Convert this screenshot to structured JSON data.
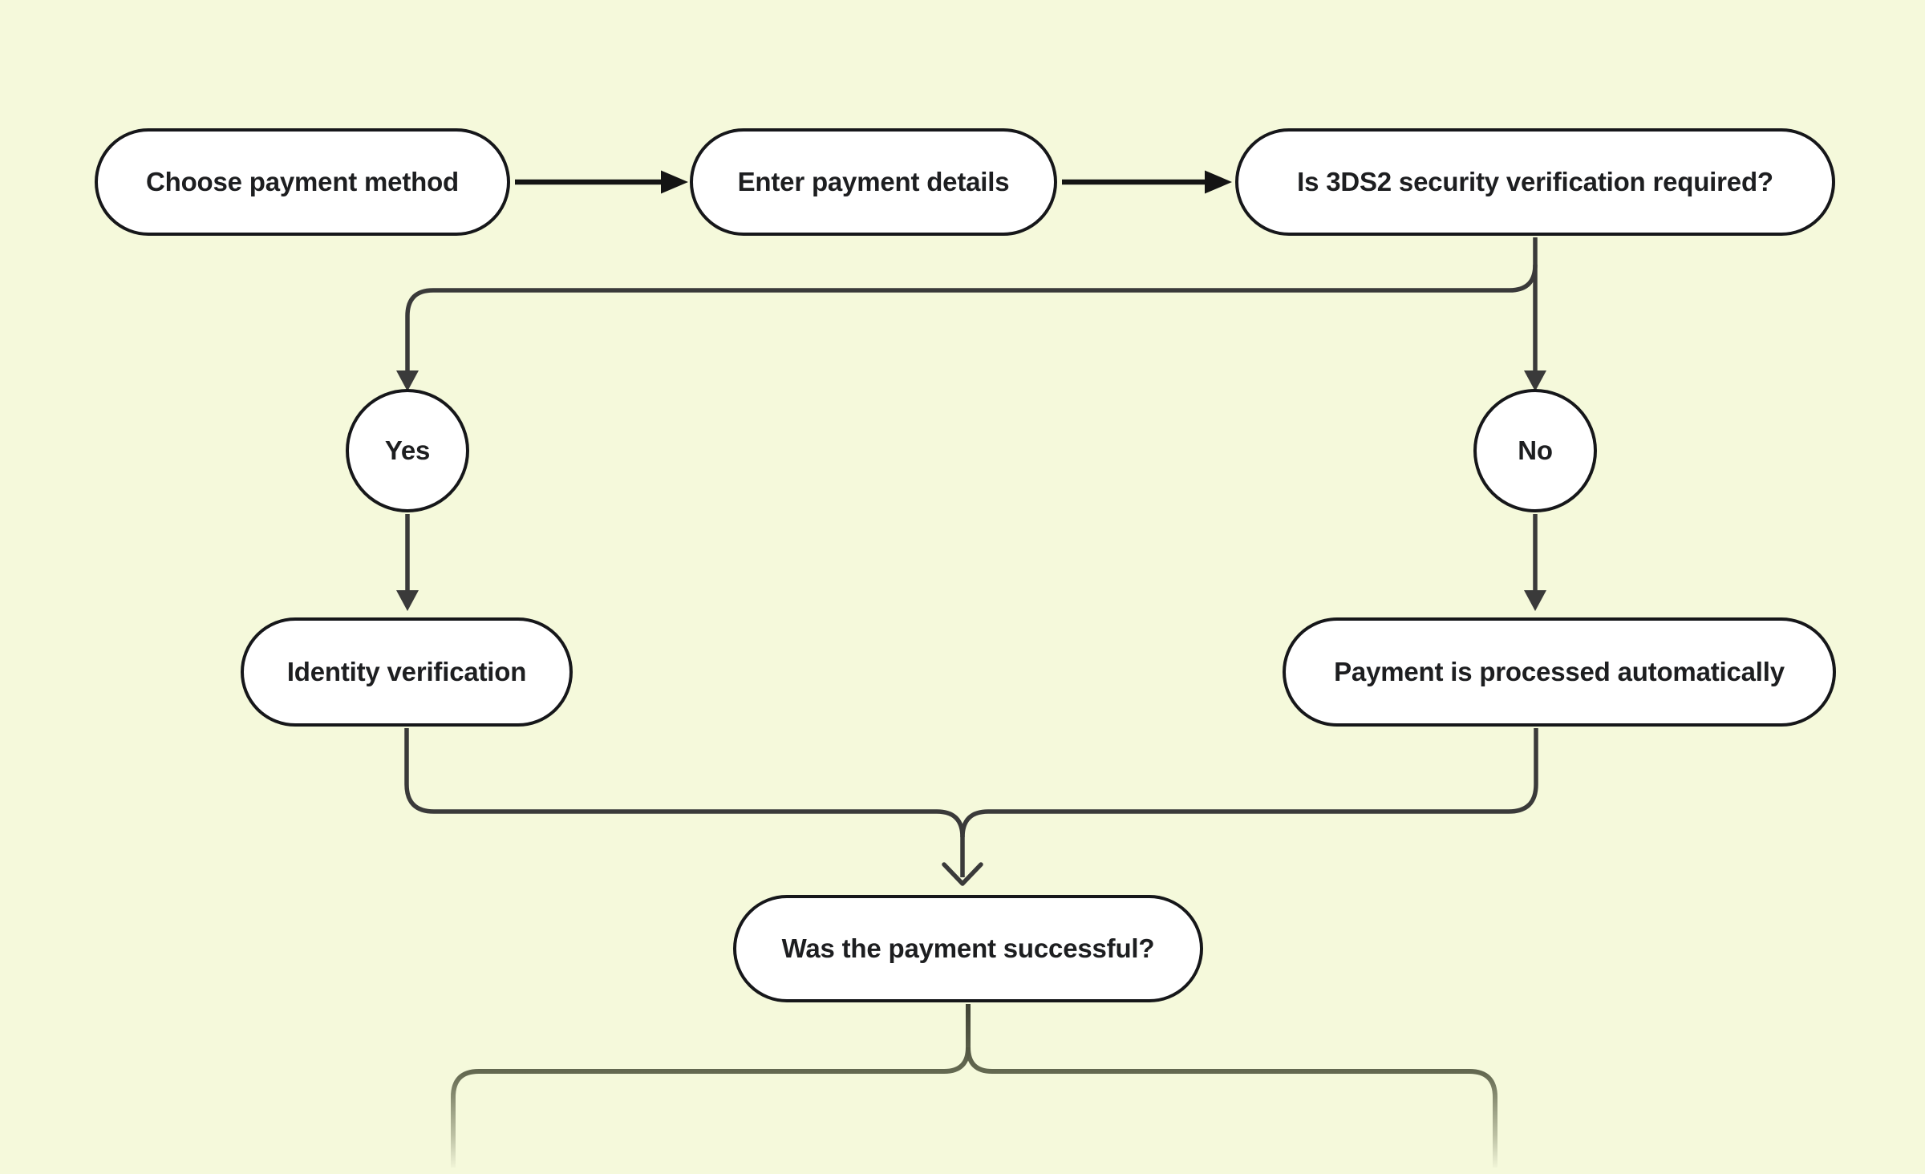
{
  "canvas": {
    "background_color": "#f5f9db",
    "node_fill_color": "#ffffff",
    "node_border_color": "#16171a",
    "text_color": "#1d1e20",
    "arrow_color": "#141414",
    "connector_color": "#3a3a3a",
    "fade_color": "#7c816a"
  },
  "nodes": {
    "choose": {
      "label": "Choose payment method",
      "type": "process"
    },
    "enter": {
      "label": "Enter payment details",
      "type": "process"
    },
    "threeds": {
      "label": "Is 3DS2 security verification required?",
      "type": "decision"
    },
    "yes": {
      "label": "Yes",
      "type": "branch"
    },
    "no": {
      "label": "No",
      "type": "branch"
    },
    "identity": {
      "label": "Identity verification",
      "type": "process"
    },
    "auto": {
      "label": "Payment is processed automatically",
      "type": "process"
    },
    "success": {
      "label": "Was the payment successful?",
      "type": "decision"
    }
  },
  "edges": [
    {
      "from": "choose",
      "to": "enter",
      "arrow": "solid-triangle"
    },
    {
      "from": "enter",
      "to": "threeds",
      "arrow": "solid-triangle"
    },
    {
      "from": "threeds",
      "to": "yes",
      "arrow": "solid-triangle"
    },
    {
      "from": "threeds",
      "to": "no",
      "arrow": "solid-triangle"
    },
    {
      "from": "yes",
      "to": "identity",
      "arrow": "solid-triangle"
    },
    {
      "from": "no",
      "to": "auto",
      "arrow": "solid-triangle"
    },
    {
      "from": "identity",
      "to": "success",
      "arrow": "open-chevron"
    },
    {
      "from": "auto",
      "to": "success",
      "arrow": "open-chevron"
    },
    {
      "from": "success",
      "to": "offscreen-fork",
      "arrow": "none (fades out at bottom edge)"
    }
  ]
}
